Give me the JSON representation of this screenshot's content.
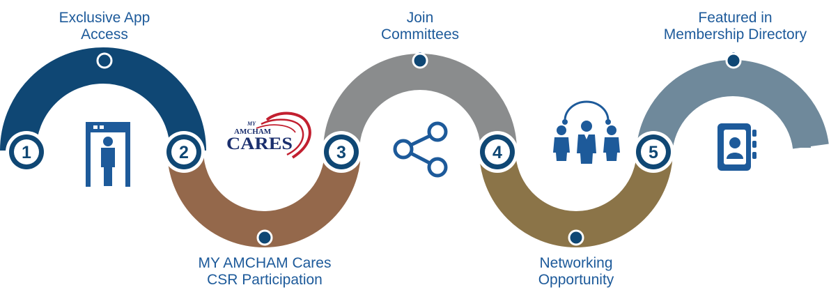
{
  "steps": [
    {
      "number": "1",
      "title": [
        "Exclusive App",
        "Access"
      ],
      "icon": "door-person-icon",
      "arc_color": "#0f4774"
    },
    {
      "number": "2",
      "title": [
        "MY AMCHAM Cares",
        "CSR Participation"
      ],
      "icon": "my-amcham-cares-logo",
      "arc_color": "#94684b"
    },
    {
      "number": "3",
      "title": [
        "Join",
        "Committees"
      ],
      "icon": "share-icon",
      "arc_color": "#8a8c8d"
    },
    {
      "number": "4",
      "title": [
        "Networking",
        "Opportunity"
      ],
      "icon": "networking-people-icon",
      "arc_color": "#8b7448"
    },
    {
      "number": "5",
      "title": [
        "Featured in",
        "Membership Directory"
      ],
      "icon": "contact-book-icon",
      "arc_color": "#6f899b"
    }
  ],
  "logo": {
    "line1": "MY",
    "line2": "AMCHAM",
    "line3": "CARES"
  },
  "colors": {
    "accent": "#1d5a9a",
    "badge_fill": "#0f4774"
  }
}
